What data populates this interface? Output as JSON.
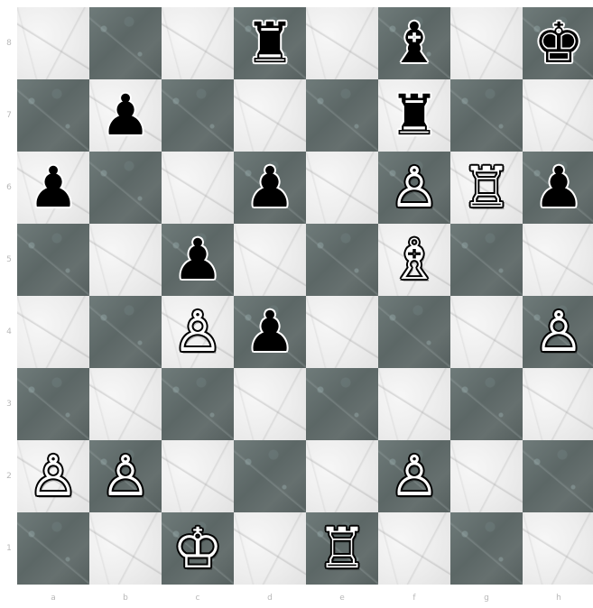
{
  "board": {
    "files": [
      "a",
      "b",
      "c",
      "d",
      "e",
      "f",
      "g",
      "h"
    ],
    "ranks": [
      "8",
      "7",
      "6",
      "5",
      "4",
      "3",
      "2",
      "1"
    ],
    "rank_label_text": [
      "8",
      "7",
      "6",
      "5",
      "4",
      "3",
      "2",
      "1"
    ],
    "file_label_text": [
      "a",
      "b",
      "c",
      "d",
      "e",
      "f",
      "g",
      "h"
    ],
    "light_square_color": "#ececec",
    "dark_square_color": "#636d6c",
    "pieces": [
      {
        "square": "d8",
        "color": "black",
        "type": "rook",
        "glyph": "♜"
      },
      {
        "square": "f8",
        "color": "black",
        "type": "bishop",
        "glyph": "♝"
      },
      {
        "square": "h8",
        "color": "black",
        "type": "king",
        "glyph": "♚"
      },
      {
        "square": "b7",
        "color": "black",
        "type": "pawn",
        "glyph": "♟"
      },
      {
        "square": "f7",
        "color": "black",
        "type": "rook",
        "glyph": "♜"
      },
      {
        "square": "a6",
        "color": "black",
        "type": "pawn",
        "glyph": "♟"
      },
      {
        "square": "d6",
        "color": "black",
        "type": "pawn",
        "glyph": "♟"
      },
      {
        "square": "f6",
        "color": "white",
        "type": "pawn",
        "glyph": "♙"
      },
      {
        "square": "g6",
        "color": "white",
        "type": "rook",
        "glyph": "♖"
      },
      {
        "square": "h6",
        "color": "black",
        "type": "pawn",
        "glyph": "♟"
      },
      {
        "square": "c5",
        "color": "black",
        "type": "pawn",
        "glyph": "♟"
      },
      {
        "square": "f5",
        "color": "white",
        "type": "bishop",
        "glyph": "♗"
      },
      {
        "square": "c4",
        "color": "white",
        "type": "pawn",
        "glyph": "♙"
      },
      {
        "square": "d4",
        "color": "black",
        "type": "pawn",
        "glyph": "♟"
      },
      {
        "square": "h4",
        "color": "white",
        "type": "pawn",
        "glyph": "♙"
      },
      {
        "square": "a2",
        "color": "white",
        "type": "pawn",
        "glyph": "♙"
      },
      {
        "square": "b2",
        "color": "white",
        "type": "pawn",
        "glyph": "♙"
      },
      {
        "square": "f2",
        "color": "white",
        "type": "pawn",
        "glyph": "♙"
      },
      {
        "square": "c1",
        "color": "white",
        "type": "king",
        "glyph": "♔"
      },
      {
        "square": "e1",
        "color": "white",
        "type": "rook",
        "glyph": "♖"
      }
    ]
  }
}
